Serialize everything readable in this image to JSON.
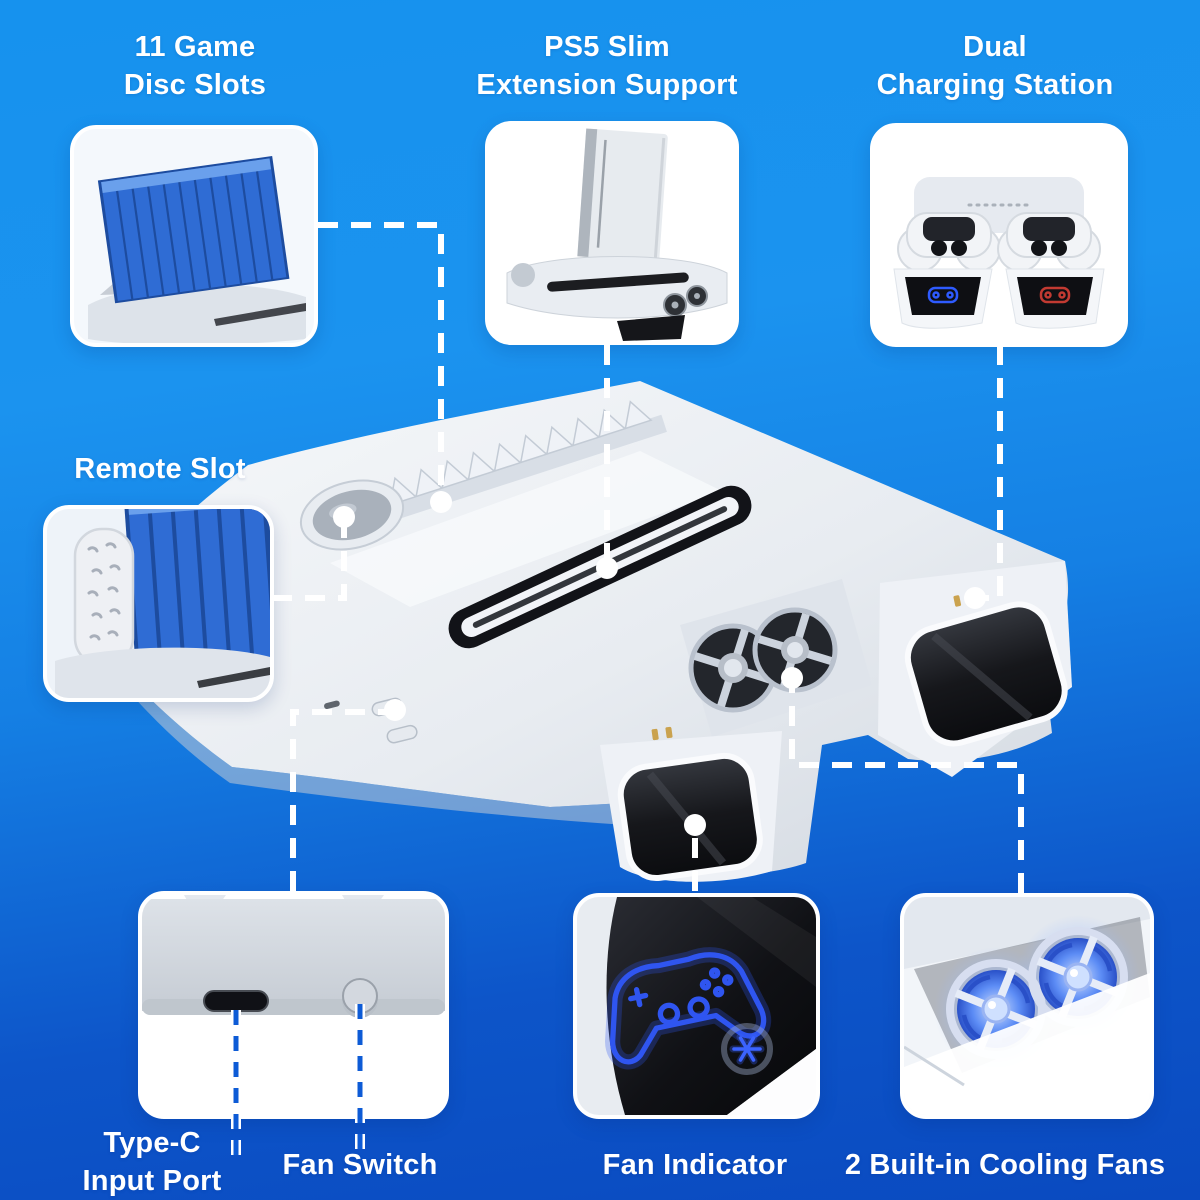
{
  "callouts": {
    "disc_slots": {
      "label": "11 Game\nDisc Slots"
    },
    "extension": {
      "label": "PS5 Slim\nExtension Support"
    },
    "charging": {
      "label": "Dual\nCharging Station"
    },
    "remote": {
      "label": "Remote Slot"
    },
    "type_c": {
      "label": "Type-C\nInput Port"
    },
    "fan_switch": {
      "label": "Fan Switch"
    },
    "fan_indicator": {
      "label": "Fan Indicator"
    },
    "cooling_fans": {
      "label": "2 Built-in Cooling Fans"
    }
  },
  "icons": {
    "fan_indicator_icons": [
      "controller-outline-icon",
      "snowflake-icon"
    ],
    "dock_status_icons": [
      "controller-icon-blue",
      "controller-icon-red"
    ]
  },
  "colors": {
    "background_top": "#1692ee",
    "background_bottom": "#0a4ac0",
    "label_text": "#ffffff",
    "connector_line": "#ffffff",
    "port_connector_blue": "#0d5bd6",
    "game_case_blue": "#2f6cd4",
    "indicator_glow_blue": "#2f55f0",
    "dock_icon_red": "#c23a32",
    "fan_glow_blue": "#5c8cf5",
    "stand_body": "#eef1f6",
    "gloss_black": "#0b0c0f"
  }
}
